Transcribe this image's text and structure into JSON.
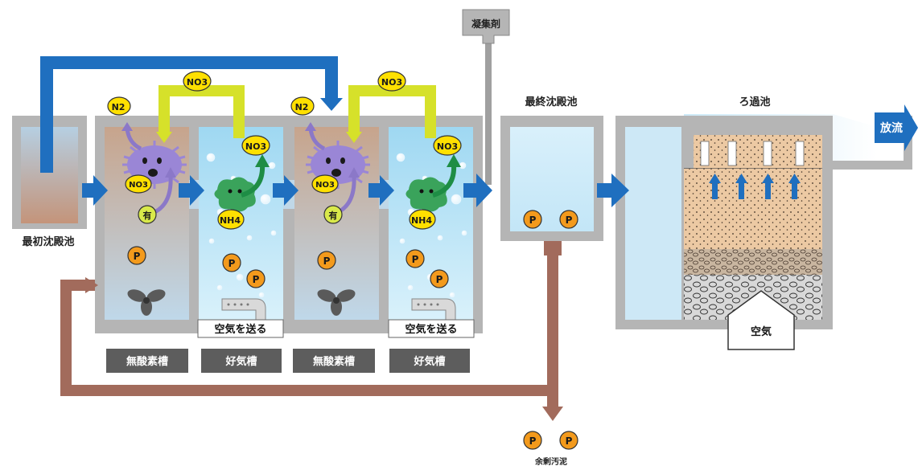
{
  "labels": {
    "primary_settling": "最初沈殿池",
    "final_settling": "最終沈殿池",
    "filter": "ろ過池",
    "discharge": "放流",
    "coagulant": "凝集剤",
    "excess_sludge": "余剰汚泥",
    "air_in": "空気",
    "send_air": "空気を送る"
  },
  "tanks": [
    {
      "label": "無酸素槽",
      "type": "anoxic"
    },
    {
      "label": "好気槽",
      "type": "aerobic"
    },
    {
      "label": "無酸素槽",
      "type": "anoxic"
    },
    {
      "label": "好気槽",
      "type": "aerobic"
    }
  ],
  "molecules": {
    "nitrogen": "N2",
    "nitrate": "NO3",
    "ammonium": "NH4",
    "organic": "有",
    "phosphorus": "P"
  },
  "colors": {
    "wall": "#b5b5b5",
    "flow_blue": "#1f6fbf",
    "nitrate_return": "#d6e12a",
    "sludge_return": "#a26b5c",
    "tag_bg": "#5d5d5d",
    "molecule_yellow": "#ffe000",
    "phosphorus_orange": "#f39a1c",
    "anoxic_water": "#c9a893",
    "aerobic_water": "#a9dcf2",
    "microbe_purple": "#9a86d6",
    "microbe_green": "#3aa35b"
  },
  "icons": [
    "n2-icon",
    "nitrate-icon",
    "ammonium-icon",
    "organic-matter-icon",
    "phosphorus-icon",
    "anoxic-microbe-icon",
    "nitrifying-microbe-icon",
    "mixer-icon",
    "diffuser-icon"
  ]
}
